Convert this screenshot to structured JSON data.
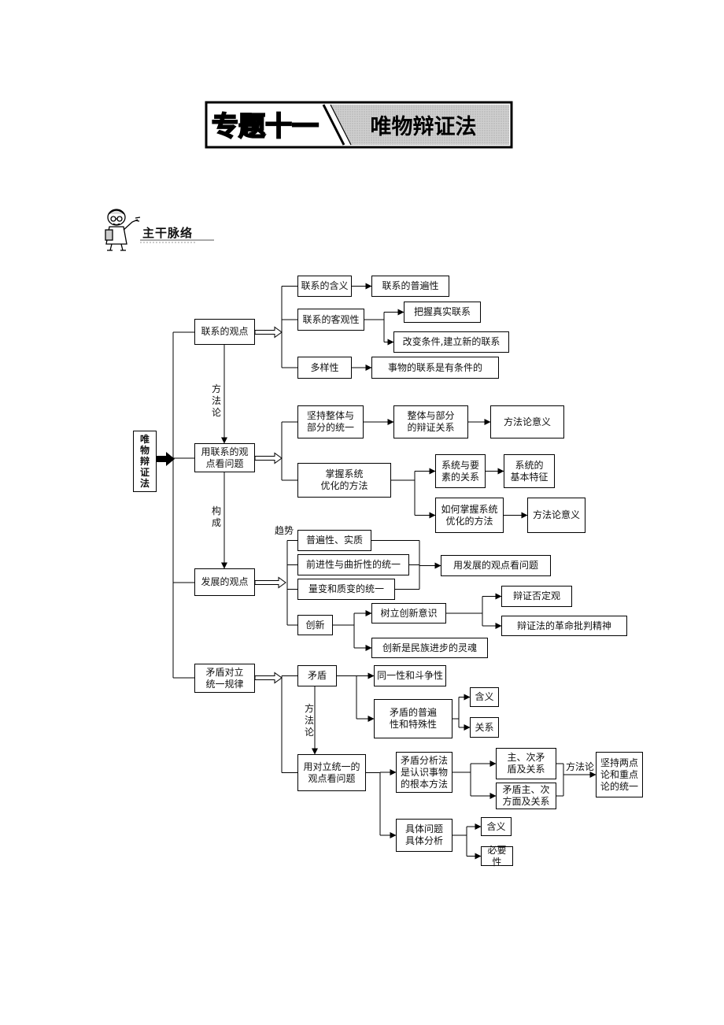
{
  "header": {
    "prefix": "专题十一",
    "title": "唯物辩证法"
  },
  "section": {
    "label": "主干脉络",
    "icon": "teacher-pointing-icon"
  },
  "diagram": {
    "nodes": {
      "root": "唯物辩证法",
      "connection_view": "联系的观点",
      "apply_connection": "用联系的观\n点看问题",
      "development_view": "发展的观点",
      "contradiction_law": "矛盾对立\n统一规律",
      "c_meaning": "联系的含义",
      "c_universal": "联系的普遍性",
      "c_objective": "联系的客观性",
      "c_grasp": "把握真实联系",
      "c_change": "改变条件,建立新的联系",
      "c_diversity": "多样性",
      "c_conditional": "事物的联系是有条件的",
      "a_whole": "坚持整体与\n部分的统一",
      "a_whole_rel": "整体与部分\n的辩证关系",
      "a_whole_sig": "方法论意义",
      "a_system": "掌握系统\n优化的方法",
      "a_sys_elem": "系统与要\n素的关系",
      "a_sys_feat": "系统的\n基本特征",
      "a_sys_how": "如何掌握系统\n优化的方法",
      "a_sys_sig": "方法论意义",
      "d_essence": "普遍性、实质",
      "d_progress": "前进性与曲折性的统一",
      "d_quantity": "量变和质变的统一",
      "d_apply": "用发展的观点看问题",
      "d_innovation": "创新",
      "d_awareness": "树立创新意识",
      "d_negation": "辩证否定观",
      "d_critical": "辩证法的革命批判精神",
      "d_soul": "创新是民族进步的灵魂",
      "m_contradiction": "矛盾",
      "m_identity": "同一性和斗争性",
      "m_universal": "矛盾的普遍\n性和特殊性",
      "m_u_meaning": "含义",
      "m_u_relation": "关系",
      "m_apply": "用对立统一的\n观点看问题",
      "m_analysis": "矛盾分析法\n是认识事物\n的根本方法",
      "m_primary": "主、次矛\n盾及关系",
      "m_aspects": "矛盾主、次\n方面及关系",
      "m_two_point": "坚持两点\n论和重点\n论的统一",
      "m_concrete": "具体问题\n具体分析",
      "m_c_meaning": "含义",
      "m_c_necessity": "必要性"
    },
    "labels": {
      "methodology_1": "方法论",
      "constitutes": "构成",
      "trend": "趋势",
      "methodology_2": "方法论",
      "methodology_3": "方法论"
    }
  }
}
